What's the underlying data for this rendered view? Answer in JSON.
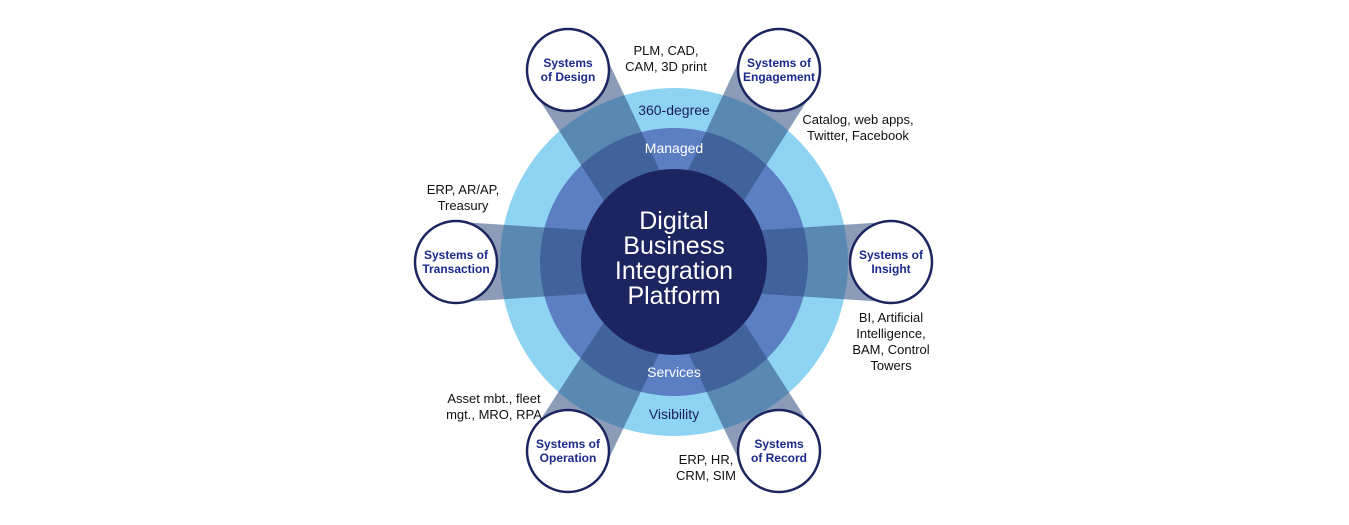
{
  "center": {
    "lines": [
      "Digital",
      "Business",
      "Integration",
      "Platform"
    ]
  },
  "rings": {
    "outer_top": "360-degree",
    "outer_bottom": "Visibility",
    "middle_top": "Managed",
    "middle_bottom": "Services"
  },
  "nodes": [
    {
      "key": "design",
      "lines": [
        "Systems",
        "of Design"
      ],
      "desc": [
        "PLM, CAD,",
        "CAM, 3D print"
      ]
    },
    {
      "key": "engagement",
      "lines": [
        "Systems of",
        "Engagement"
      ],
      "desc": [
        "Catalog, web apps,",
        "Twitter, Facebook"
      ]
    },
    {
      "key": "insight",
      "lines": [
        "Systems of",
        "Insight"
      ],
      "desc": [
        "BI, Artificial",
        "Intelligence,",
        "BAM, Control",
        "Towers"
      ]
    },
    {
      "key": "record",
      "lines": [
        "Systems",
        "of Record"
      ],
      "desc": [
        "ERP, HR,",
        "CRM, SIM"
      ]
    },
    {
      "key": "operation",
      "lines": [
        "Systems of",
        "Operation"
      ],
      "desc": [
        "Asset mbt., fleet",
        "mgt., MRO, RPA"
      ]
    },
    {
      "key": "transaction",
      "lines": [
        "Systems of",
        "Transaction"
      ],
      "desc": [
        "ERP, AR/AP,",
        "Treasury"
      ]
    }
  ],
  "colors": {
    "outer_ring": "#8fd3f2",
    "middle_ring": "#5b7fc2",
    "inner_circle": "#1c2560",
    "beam": "#2d4a7e",
    "node_border": "#1c2560",
    "node_text": "#1b2a8a"
  }
}
